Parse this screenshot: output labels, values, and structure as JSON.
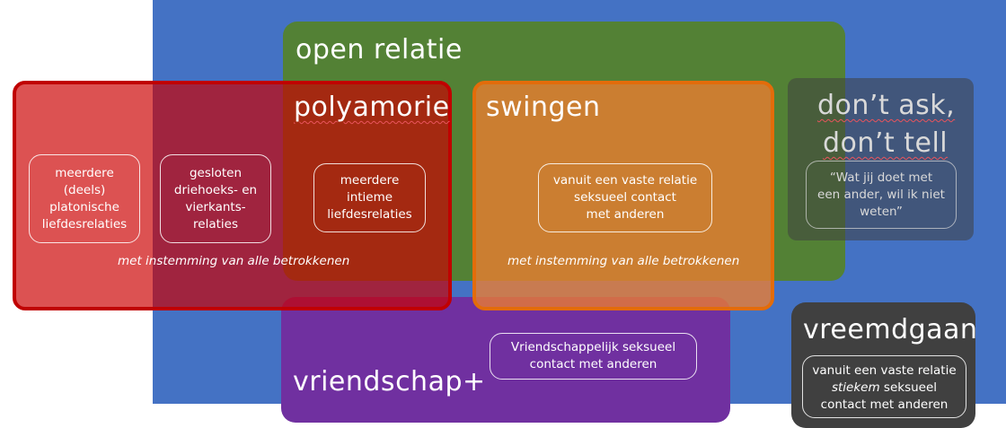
{
  "colors": {
    "background_blue": "#4472c4",
    "green": "#538135",
    "purple": "#7030a0",
    "red": "#c00000",
    "orange": "#ed7d31",
    "dark_gray": "#404040"
  },
  "open_relatie": {
    "title": "open relatie"
  },
  "polyamorie": {
    "title": "polyamorie",
    "pills": [
      "meerdere\n(deels)\nplatonische\nliefdesrelaties",
      "gesloten\ndriehoeks- en\nvierkants-\nrelaties",
      "meerdere\nintieme\nliefdesrelaties"
    ],
    "note": "met  instemming van alle betrokkenen"
  },
  "swingen": {
    "title": "swingen",
    "pill": "vanuit een vaste relatie\nseksueel contact\nmet anderen",
    "note": "met  instemming van alle betrokkenen"
  },
  "dont_ask": {
    "title_line1": "don’t ask,",
    "title_line2": "don’t tell",
    "pill": "“Wat jij doet met\neen ander, wil ik niet\nweten”"
  },
  "vriendschap": {
    "title": "vriendschap+",
    "pill": "Vriendschappelijk seksueel\ncontact met anderen"
  },
  "vreemdgaan": {
    "title": "vreemdgaan",
    "pill_line1": "vanuit een vaste relatie",
    "pill_em": "stiekem",
    "pill_after_em": " seksueel",
    "pill_line3": "contact met anderen"
  }
}
